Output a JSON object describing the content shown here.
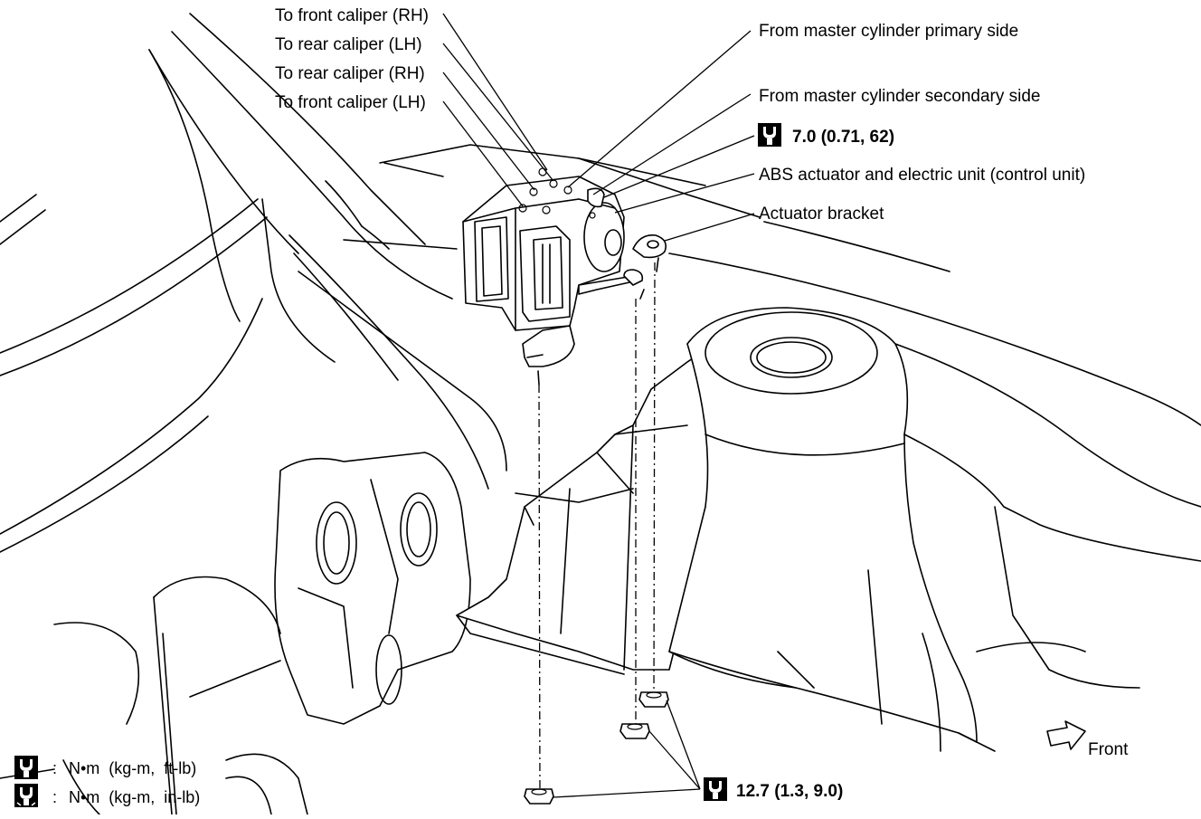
{
  "callouts": {
    "front_caliper_rh": "To front caliper (RH)",
    "rear_caliper_lh": "To rear caliper (LH)",
    "rear_caliper_rh": "To rear caliper (RH)",
    "front_caliper_lh": "To front caliper (LH)",
    "master_primary": "From master cylinder primary side",
    "master_secondary": "From master cylinder secondary side",
    "actuator_unit": "ABS actuator and electric unit (control unit)",
    "actuator_bracket": "Actuator bracket",
    "front": "Front"
  },
  "torques": {
    "tube_nut": "7.0 (0.71, 62)",
    "bracket_nut": "12.7 (1.3, 9.0)"
  },
  "legend": {
    "sep": ":",
    "unit_ftlb": "N•m  (kg-m,  ft-lb)",
    "unit_inlb": "N•m  (kg-m,  in-lb)"
  }
}
